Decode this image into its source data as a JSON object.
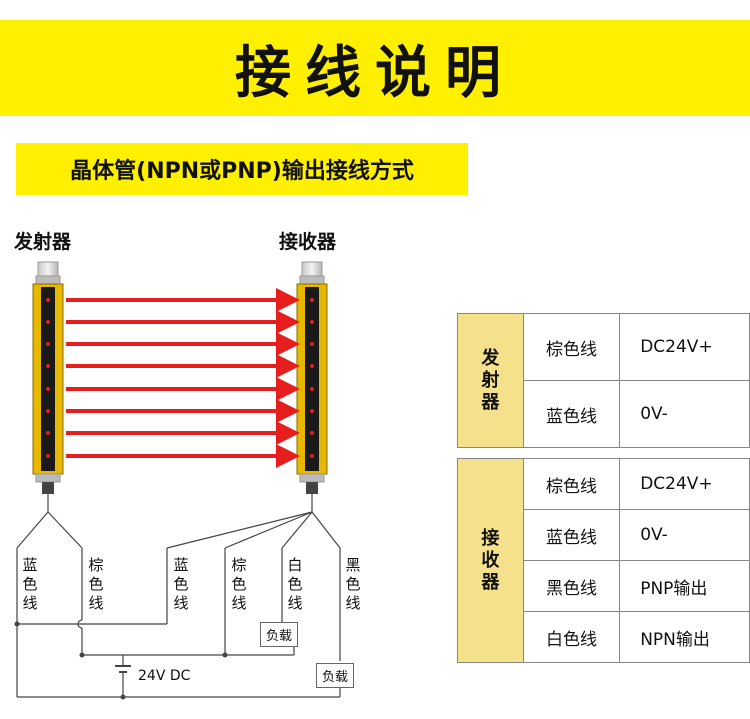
{
  "header": {
    "title": "接线说明"
  },
  "subtitle": "晶体管(NPN或PNP)输出接线方式",
  "devices": {
    "emitter": "发射器",
    "receiver": "接收器"
  },
  "wire_labels": [
    "蓝色线",
    "棕色线",
    "蓝色线",
    "棕色线",
    "白色线",
    "黑色线"
  ],
  "loads": [
    "负载",
    "负载"
  ],
  "power": "24V DC",
  "emitter_table": {
    "header": "发射器",
    "rows": [
      {
        "wire": "棕色线",
        "value": "DC24V+"
      },
      {
        "wire": "蓝色线",
        "value": "0V-"
      }
    ]
  },
  "receiver_table": {
    "header": "接收器",
    "rows": [
      {
        "wire": "棕色线",
        "value": "DC24V+"
      },
      {
        "wire": "蓝色线",
        "value": "0V-"
      },
      {
        "wire": "黑色线",
        "value": "PNP输出"
      },
      {
        "wire": "白色线",
        "value": "NPN输出"
      }
    ]
  },
  "colors": {
    "banner": "#fff000",
    "beam": "#e61e1e",
    "table_header": "#f5e08b",
    "housing": "#e6b800"
  }
}
